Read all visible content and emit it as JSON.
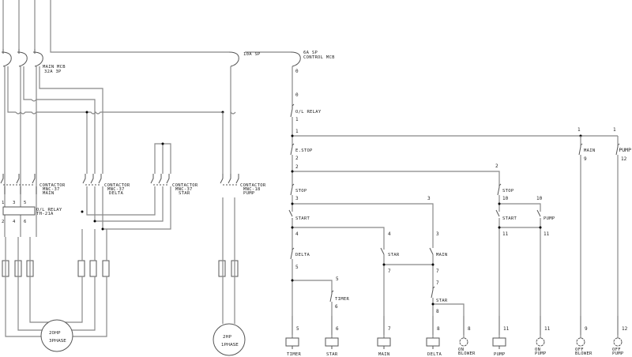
{
  "power": {
    "main_mcb": [
      "MAIN MCB",
      "32A 3P"
    ],
    "sp_mcb": "10A SP",
    "control_mcb": [
      "6A SP",
      "CONTROL MCB"
    ],
    "contactor_main": [
      "CONTACTOR",
      "MNC-37",
      "MAIN"
    ],
    "contactor_delta": [
      "CONTACTOR",
      "MNC-37",
      "DELTA"
    ],
    "contactor_star": [
      "CONTACTOR",
      "MNC-37",
      "STAR"
    ],
    "contactor_pump": [
      "CONTACTOR",
      "MNC-18",
      "PUMP"
    ],
    "ol_relay": [
      "O/L RELAY",
      "TH-21A"
    ],
    "ol_terminals_top": [
      "1",
      "3",
      "5"
    ],
    "ol_terminals_bottom": [
      "2",
      "4",
      "6"
    ],
    "motor_blower": [
      "20HP",
      "3PHASE"
    ],
    "motor_pump": [
      "2HP",
      "1PHASE"
    ]
  },
  "control": {
    "n0a": "0",
    "n0b": "0",
    "ol_relay": "O/L RELAY",
    "n1a": "1",
    "n1b": "1",
    "n1c": "1",
    "n1d": "1",
    "estop": "E.STOP",
    "n2a": "2",
    "n2b": "2",
    "n2c": "2",
    "stop1": "STOP",
    "n3a": "3",
    "n3b": "3",
    "n3c": "3",
    "start1": "START",
    "n4a": "4",
    "n4b": "4",
    "delta_nc": "DELTA",
    "n5a": "5",
    "n5b": "5",
    "star_no": "STAR",
    "main_no": "MAIN",
    "n7a": "7",
    "n7b": "7",
    "n7c": "7",
    "timer_nc": "TIMER",
    "n6a": "6",
    "star_nc": "STAR",
    "n8a": "8",
    "stop2": "STOP",
    "n10a": "10",
    "n10b": "10",
    "start2": "START",
    "pump_no": "PUMP",
    "n11a": "11",
    "n11b": "11",
    "main_nc": "MAIN",
    "n9a": "9",
    "pump_nc": "PUMP",
    "n12a": "12",
    "loads": [
      {
        "num": "5",
        "label": [
          "TIMER"
        ],
        "type": "coil"
      },
      {
        "num": "6",
        "label": [
          "STAR"
        ],
        "type": "coil"
      },
      {
        "num": "7",
        "label": [
          "MAIN"
        ],
        "type": "coil"
      },
      {
        "num": "8",
        "label": [
          "DELTA"
        ],
        "type": "coil"
      },
      {
        "num": "8",
        "label": [
          "ON",
          "BLOWER"
        ],
        "type": "lamp"
      },
      {
        "num": "11",
        "label": [
          "PUMP"
        ],
        "type": "coil"
      },
      {
        "num": "11",
        "label": [
          "ON",
          "PUMP"
        ],
        "type": "lamp"
      },
      {
        "num": "9",
        "label": [
          "OFF",
          "BLOWER"
        ],
        "type": "lamp"
      },
      {
        "num": "12",
        "label": [
          "OFF",
          "PUMP"
        ],
        "type": "lamp"
      }
    ]
  }
}
